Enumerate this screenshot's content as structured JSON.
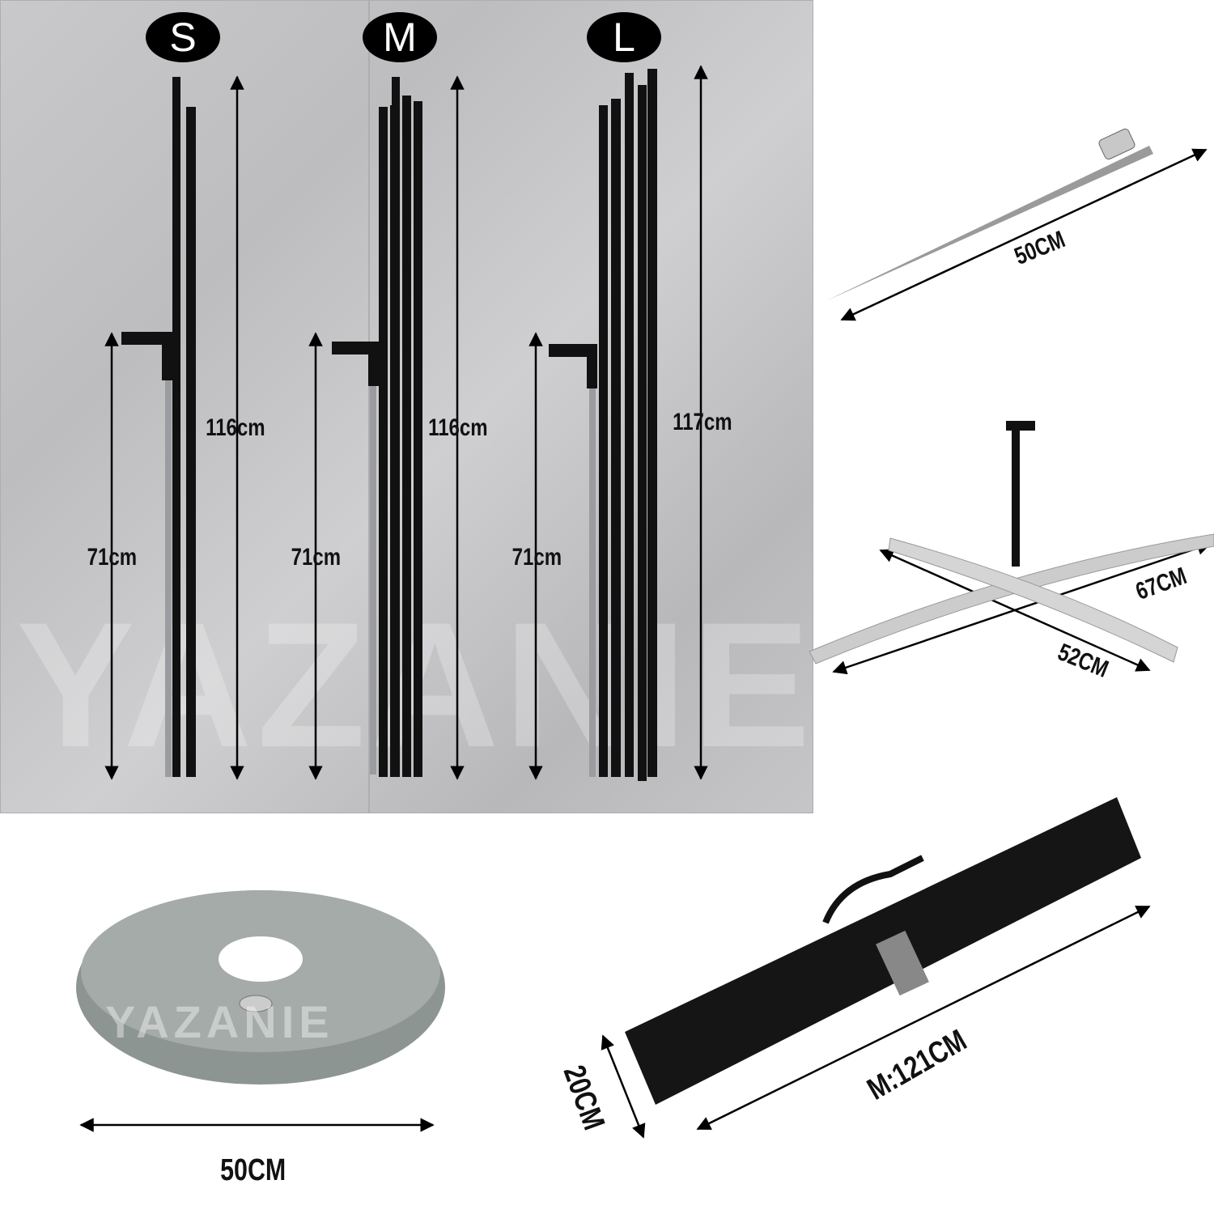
{
  "sizes": [
    "S",
    "M",
    "L"
  ],
  "pole_labels": {
    "s_total": "116cm",
    "m_total": "116cm",
    "l_total": "117cm",
    "s_lower": "71cm",
    "m_lower": "71cm",
    "l_lower": "71cm"
  },
  "spike_label": "50CM",
  "cross_base": {
    "length": "67CM",
    "width": "52CM"
  },
  "water_bag_label": "50CM",
  "carry_bag": {
    "length": "M:121CM",
    "height": "20CM"
  },
  "watermark": "YAZANIE"
}
